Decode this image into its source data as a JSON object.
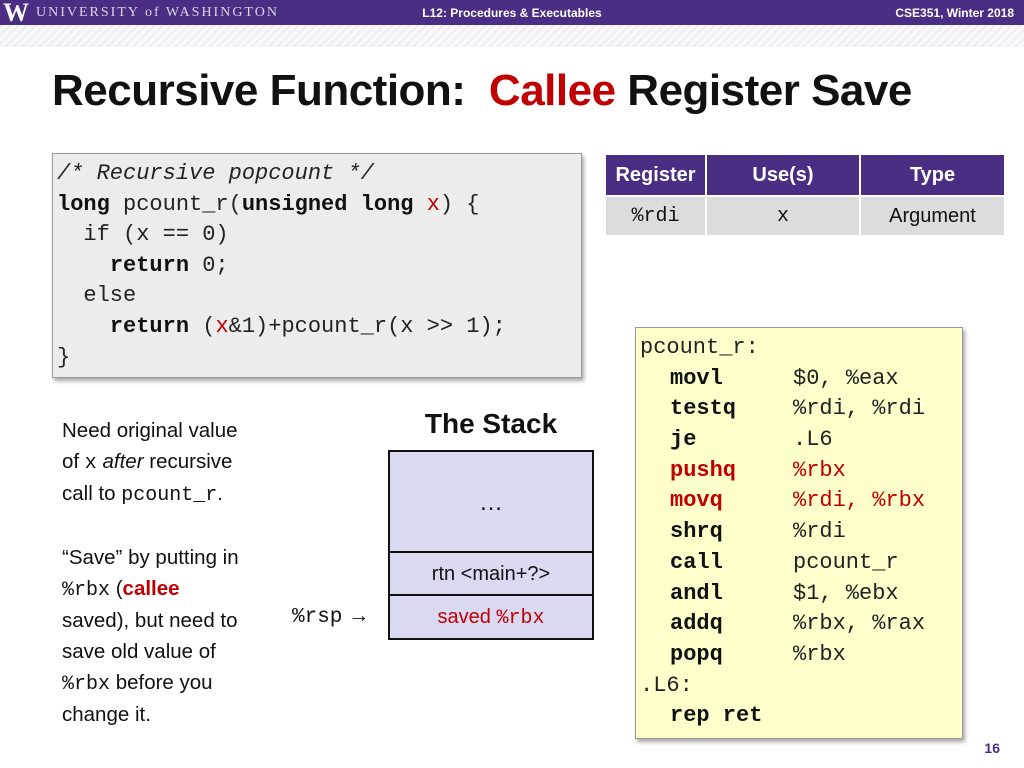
{
  "header": {
    "logo": "W",
    "university": "UNIVERSITY of WASHINGTON",
    "lecture": "L12: Procedures & Executables",
    "course": "CSE351, Winter 2018"
  },
  "title": {
    "part1": "Recursive Function:",
    "highlight": "Callee",
    "part2": "Register Save"
  },
  "code": {
    "comment": "/* Recursive popcount */",
    "sig_long": "long",
    "sig_fn": " pcount_r(",
    "sig_type": "unsigned long",
    "sig_x": "x",
    "sig_end": ") {",
    "if_line": "  if (x == 0)",
    "ret_kw": "return",
    "ret0": " 0;",
    "else_line": "  else",
    "ret2_open": " (",
    "ret2_x": "x",
    "ret2_rest": "&1)+pcount_r(x >> 1);",
    "close": "}"
  },
  "reg_table": {
    "headers": [
      "Register",
      "Use(s)",
      "Type"
    ],
    "rows": [
      [
        "%rdi",
        "x",
        "Argument"
      ]
    ]
  },
  "explain": {
    "l1": "Need original value",
    "l2a": "of ",
    "l2code": "x",
    "l2italic": "after",
    "l2b": " recursive",
    "l3a": "call to ",
    "l3code": "pcount_r",
    "l3b": ".",
    "l4": "“Save” by putting in",
    "l5code": "%rbx",
    "l5a": " (",
    "l5red": "callee",
    "l6": "saved), but need to",
    "l7": "save old value of",
    "l8code": "%rbx",
    "l8a": " before you",
    "l9": "change it."
  },
  "stack": {
    "title": "The Stack",
    "slots": [
      "…",
      "rtn <main+?>"
    ],
    "saved_text": "saved ",
    "saved_reg": "%rbx",
    "rsp_label": "%rsp",
    "arrow": "→"
  },
  "asm": {
    "label": "pcount_r:",
    "lines": [
      {
        "op": "movl",
        "args": "$0, %eax"
      },
      {
        "op": "testq",
        "args": "%rdi, %rdi"
      },
      {
        "op": "je",
        "args": ".L6"
      },
      {
        "op": "pushq",
        "args": "%rbx"
      },
      {
        "op": "movq",
        "args": "%rdi, %rbx"
      },
      {
        "op": "shrq",
        "args": "%rdi"
      },
      {
        "op": "call",
        "args": "pcount_r"
      },
      {
        "op": "andl",
        "args": "$1, %ebx"
      },
      {
        "op": "addq",
        "args": "%rbx, %rax"
      },
      {
        "op": "popq",
        "args": "%rbx"
      }
    ],
    "label2": ".L6:",
    "last_op": "rep ret"
  },
  "page_number": "16",
  "colors": {
    "uw_purple": "#4b2e83",
    "red": "#c00000",
    "asm_bg": "#ffffcc",
    "stack_bg": "#d9d9f2",
    "code_bg": "#ececec"
  }
}
